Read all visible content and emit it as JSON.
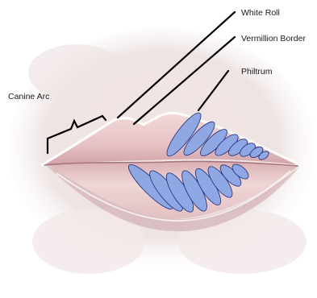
{
  "labels": {
    "white_roll": "White Roll",
    "vermillion_border": "Vermillion Border",
    "philtrum": "Philtrum",
    "canine_arc": "Canine Arc"
  },
  "colors": {
    "background": "#ffffff",
    "skin": "#efe4e4",
    "lip": "#e8c9cb",
    "lip_shadow": "#b9878c",
    "lip_highlight": "#f7e7e6",
    "ellipse_fill": "#8fa8e3",
    "ellipse_stroke": "#1a2a7a",
    "line": "#000000"
  },
  "graphic": {
    "subject": "lips-illustration",
    "ellipse_count_upper": 8,
    "ellipse_count_lower": 9
  }
}
